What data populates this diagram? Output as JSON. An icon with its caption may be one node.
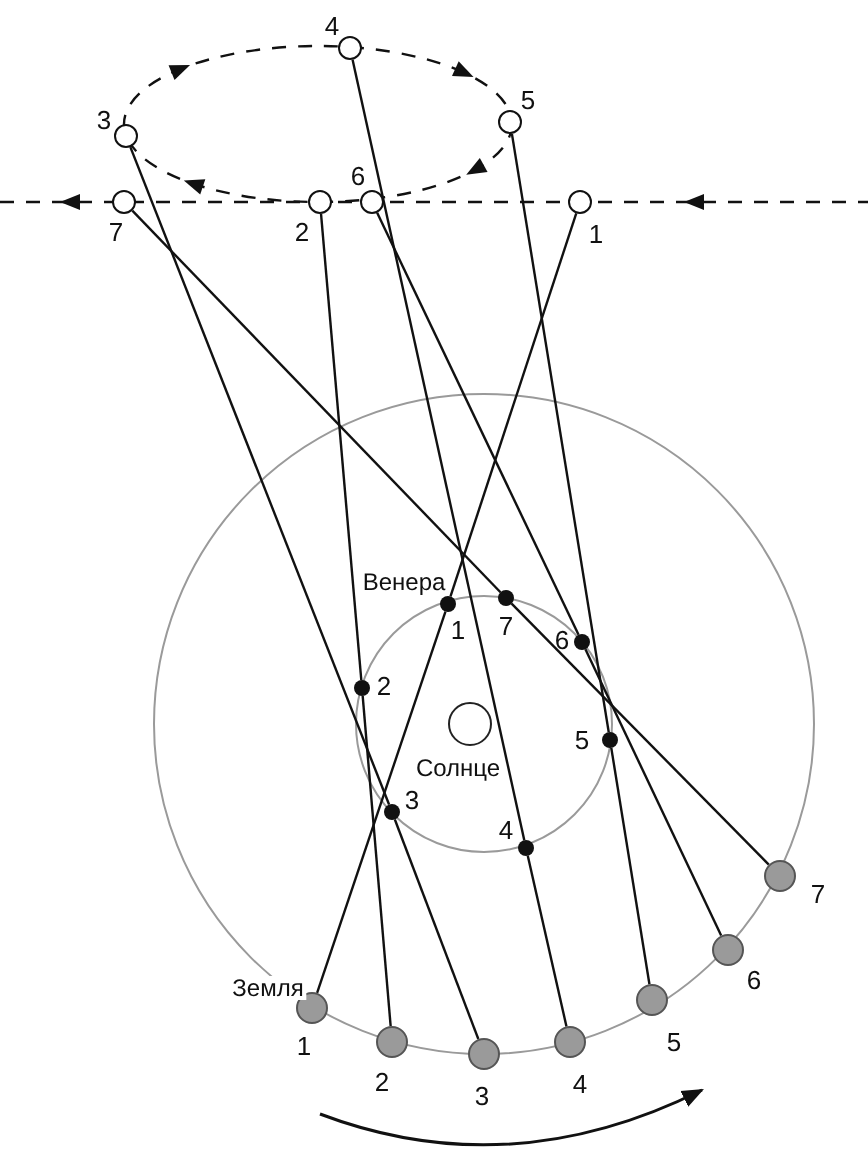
{
  "diagram": {
    "nodes": [
      {
        "text": [],
        "shape": "circle",
        "beside": [
          "1"
        ]
      },
      {
        "text": [],
        "shape": "circle",
        "beside": [
          "2"
        ]
      },
      {
        "text": [],
        "shape": "circle",
        "beside": [
          "3"
        ]
      },
      {
        "text": [],
        "shape": "circle",
        "beside": [
          "4"
        ]
      },
      {
        "text": [],
        "shape": "circle",
        "beside": [
          "5"
        ]
      },
      {
        "text": [],
        "shape": "circle",
        "beside": [
          "6"
        ]
      },
      {
        "text": [],
        "shape": "circle",
        "beside": [
          "7"
        ]
      },
      {
        "text": [],
        "shape": "circle",
        "beside": [
          "Венера",
          "1"
        ]
      },
      {
        "text": [],
        "shape": "circle",
        "beside": [
          "2"
        ]
      },
      {
        "text": [],
        "shape": "circle",
        "beside": [
          "3"
        ]
      },
      {
        "text": [],
        "shape": "circle",
        "beside": [
          "4"
        ]
      },
      {
        "text": [],
        "shape": "circle",
        "beside": [
          "5"
        ]
      },
      {
        "text": [],
        "shape": "circle",
        "beside": [
          "6"
        ]
      },
      {
        "text": [],
        "shape": "circle",
        "beside": [
          "7"
        ]
      },
      {
        "text": [],
        "shape": "circle",
        "beside": [
          "Солнце"
        ]
      },
      {
        "text": [],
        "shape": "circle",
        "beside": [
          "Земля",
          "1"
        ]
      },
      {
        "text": [],
        "shape": "circle",
        "beside": [
          "2"
        ]
      },
      {
        "text": [],
        "shape": "circle",
        "beside": [
          "3"
        ]
      },
      {
        "text": [],
        "shape": "circle",
        "beside": [
          "4"
        ]
      },
      {
        "text": [],
        "shape": "circle",
        "beside": [
          "5"
        ]
      },
      {
        "text": [],
        "shape": "circle",
        "beside": [
          "6"
        ]
      },
      {
        "text": [],
        "shape": "circle",
        "beside": [
          "7"
        ]
      }
    ],
    "edges": [
      {
        "from": 15,
        "to": 7,
        "arrow": "none"
      },
      {
        "from": 16,
        "to": 8,
        "arrow": "none"
      },
      {
        "from": 17,
        "to": 9,
        "arrow": "none"
      },
      {
        "from": 18,
        "to": 10,
        "arrow": "none"
      },
      {
        "from": 19,
        "to": 11,
        "arrow": "none"
      },
      {
        "from": 20,
        "to": 12,
        "arrow": "none"
      },
      {
        "from": 21,
        "to": 13,
        "arrow": "none"
      },
      {
        "from": 7,
        "to": 0,
        "arrow": "none"
      },
      {
        "from": 8,
        "to": 1,
        "arrow": "none"
      },
      {
        "from": 9,
        "to": 2,
        "arrow": "none"
      },
      {
        "from": 10,
        "to": 3,
        "arrow": "none"
      },
      {
        "from": 11,
        "to": 4,
        "arrow": "none"
      },
      {
        "from": 12,
        "to": 5,
        "arrow": "none"
      },
      {
        "from": 13,
        "to": 6,
        "arrow": "none"
      }
    ]
  }
}
